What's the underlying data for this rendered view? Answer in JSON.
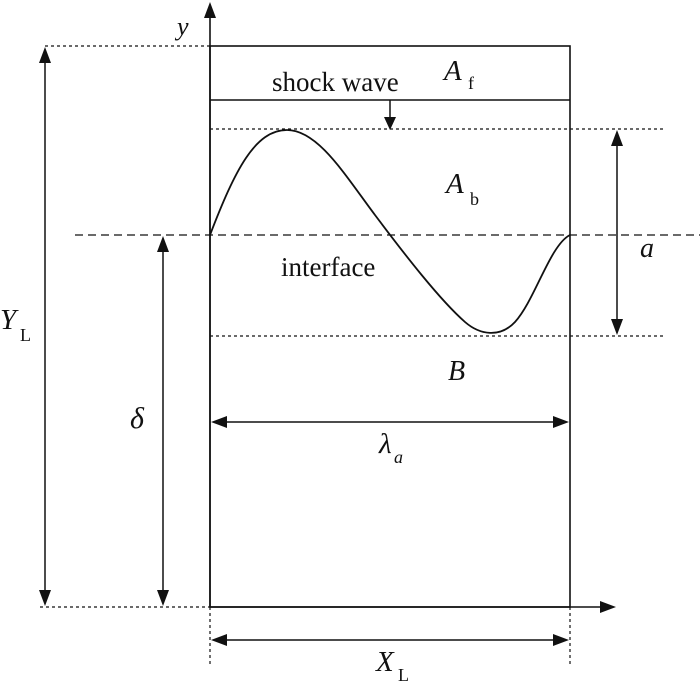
{
  "labels": {
    "y_axis": "y",
    "shock_wave": "shock wave",
    "A_f_main": "A",
    "A_f_sub": "f",
    "A_b_main": "A",
    "A_b_sub": "b",
    "interface": "interface",
    "a": "a",
    "B": "B",
    "Y_L_main": "Y",
    "Y_L_sub": "L",
    "delta": "δ",
    "lambda_main": "λ",
    "lambda_sub": "a",
    "X_L_main": "X",
    "X_L_sub": "L"
  },
  "colors": {
    "line": "#111111",
    "background": "#ffffff"
  }
}
